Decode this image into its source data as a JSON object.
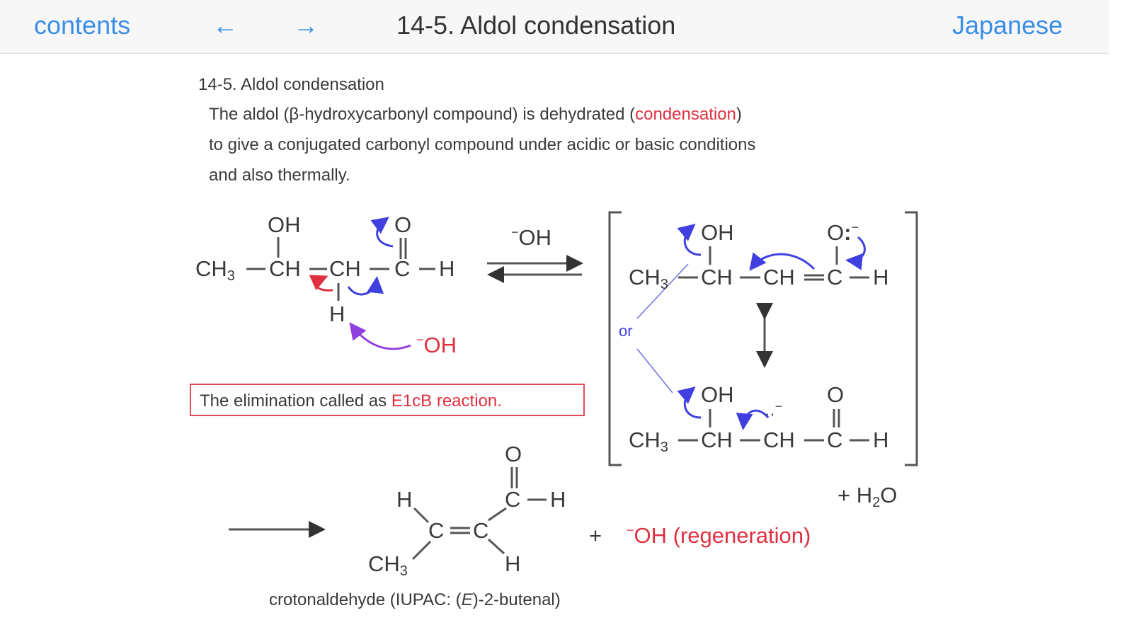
{
  "header": {
    "contents": "contents",
    "prev": "←",
    "next": "→",
    "title": "14-5. Aldol condensation",
    "language": "Japanese"
  },
  "section": {
    "title": "14-5. Aldol condensation",
    "para": [
      "The aldol (β-hydroxycarbonyl compound) is dehydrated (",
      "condensation",
      ")",
      "to give a conjugated carbonyl compound under acidic or basic conditions",
      "and also thermally."
    ]
  },
  "scheme": {
    "ch": "CH",
    "three": "3",
    "c": "C",
    "h": "H",
    "oh": "OH",
    "o": "O",
    "minus": "−",
    "reagent": "OH",
    "lone_pair": ":",
    "or": "or",
    "box_text": "The elimination called as ",
    "box_highlight": "E1cB reaction.",
    "plus": "+",
    "regeneration": "OH (regeneration)",
    "water_h": "H",
    "water_2": "2",
    "water_o": "O",
    "caption": [
      "crotonaldehyde (IUPAC: (",
      "E",
      ")-2-butenal)"
    ]
  },
  "colors": {
    "link": "#3a8ee6",
    "red": "#e03040",
    "blue": "#4040e0",
    "purple": "#9040e0"
  }
}
